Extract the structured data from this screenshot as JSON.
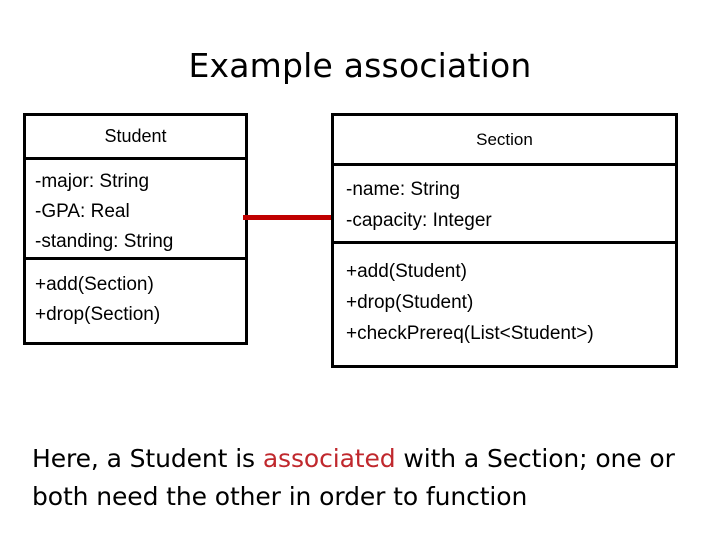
{
  "slide": {
    "title": "Example association"
  },
  "diagram": {
    "type": "uml-class-diagram",
    "classes": [
      {
        "id": "student",
        "name": "Student",
        "attributes": [
          "-major: String",
          "-GPA: Real",
          "-standing: String"
        ],
        "operations": [
          "+add(Section)",
          "+drop(Section)"
        ]
      },
      {
        "id": "section",
        "name": "Section",
        "attributes": [
          "-name: String",
          "-capacity: Integer"
        ],
        "operations": [
          "+add(Student)",
          "+drop(Student)",
          "+checkPrereq(List<Student>)"
        ]
      }
    ],
    "relationship": {
      "kind": "association",
      "from": "Student",
      "to": "Section",
      "color": "#c00000"
    }
  },
  "caption": {
    "before": "Here, a Student is ",
    "highlight": "associated",
    "after": " with a Section; one or both need the other in order to function",
    "highlight_color": "#c0282d"
  }
}
